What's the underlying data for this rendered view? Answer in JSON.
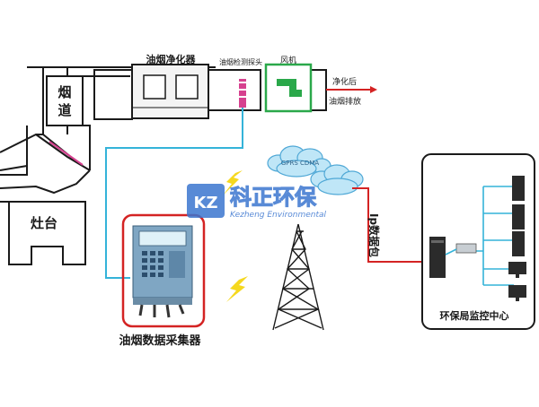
{
  "labels": {
    "chimney": "烟道",
    "chimney_1": "烟",
    "chimney_2": "道",
    "stove": "灶台",
    "purifier": "油烟净化器",
    "probe": "油烟检测探头",
    "fan": "风机",
    "purified_1": "净化后",
    "purified_2": "油烟排放",
    "collector": "油烟数据采集器",
    "monitor_center": "环保局监控中心",
    "cloud": "GPRS CDMA",
    "ip_packet": "Ip数据包"
  },
  "watermark": {
    "badge": "KZ",
    "name_cn": "科正环保",
    "name_en": "Kezheng Environmental"
  },
  "colors": {
    "outline": "#1a1a1a",
    "cable": "#34b3d9",
    "red_link": "#d42323",
    "probe_pink": "#d6418f",
    "fan_green": "#2aa84a",
    "bolt_yellow": "#f5d81e",
    "cloud_fill": "#bfe6f7",
    "cloud_stroke": "#4fa8d6",
    "watermark_blue": "#3b76d0",
    "collector_box": "#d42323",
    "device_body": "#7fa6c3"
  }
}
